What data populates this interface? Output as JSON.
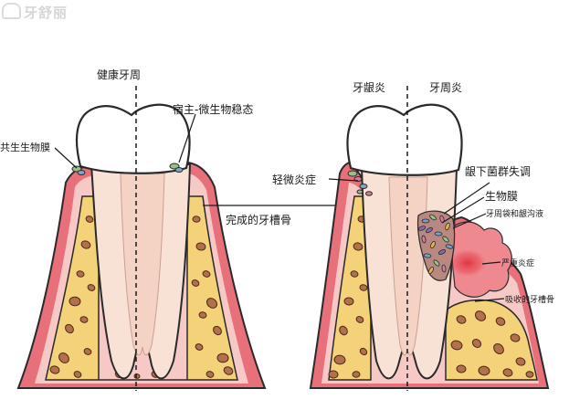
{
  "watermark": {
    "text": "牙舒丽"
  },
  "left_panel": {
    "title": "健康牙周",
    "labels": {
      "commensal_biofilm": "共生生物膜",
      "homeostasis": "宿主-微生物稳态"
    }
  },
  "center_label": "完成的牙槽骨",
  "right_panel": {
    "title_left": "牙龈炎",
    "title_right": "牙周炎",
    "labels": {
      "mild_inflammation": "轻微炎症",
      "dysbiosis": "龈下菌群失调",
      "biofilm": "生物膜",
      "pocket_fluid": "牙周袋和龈沟液",
      "severe_inflammation": "严重炎症",
      "resorbed_bone": "吸收的牙槽骨"
    }
  },
  "colors": {
    "gum": "#e8707a",
    "gum_light": "#f6c9c6",
    "bone": "#f3d27a",
    "marrow": "#b2714a",
    "root": "#f8e2d6",
    "enamel": "#ffffff",
    "outline": "#2a2a2a"
  }
}
